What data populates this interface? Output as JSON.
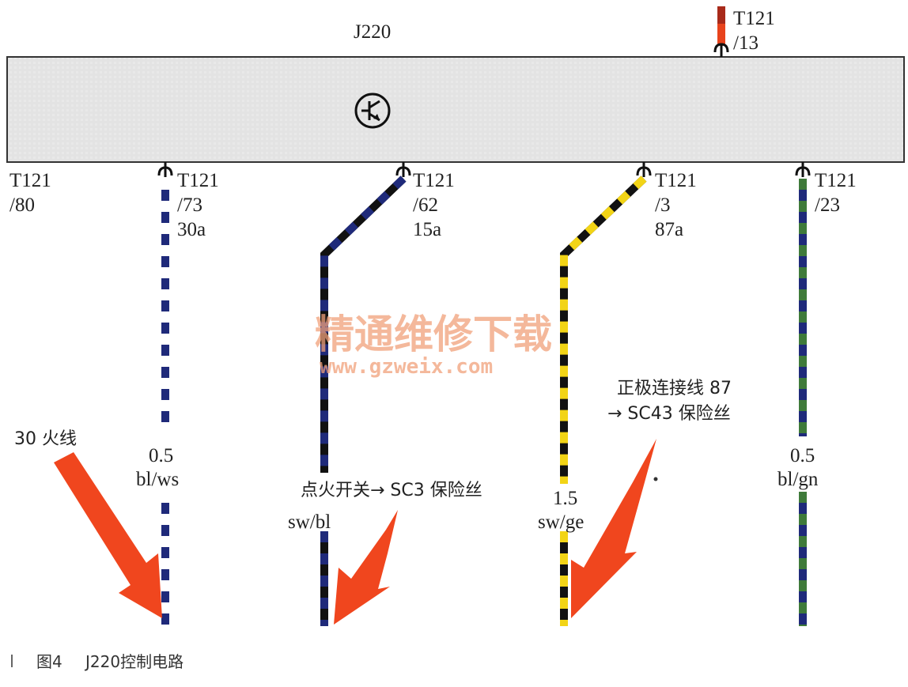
{
  "module": {
    "name": "J220"
  },
  "top_pin": {
    "connector": "T121",
    "pin": "/13"
  },
  "pins": [
    {
      "connector": "T121",
      "pin": "/80",
      "terminal": ""
    },
    {
      "connector": "T121",
      "pin": "/73",
      "terminal": "30a"
    },
    {
      "connector": "T121",
      "pin": "/62",
      "terminal": "15a"
    },
    {
      "connector": "T121",
      "pin": "/3",
      "terminal": "87a"
    },
    {
      "connector": "T121",
      "pin": "/23",
      "terminal": ""
    }
  ],
  "wires": [
    {
      "size": "0.5",
      "color_code": "bl/ws",
      "base": "#1f2a7a",
      "stripe": "#ffffff"
    },
    {
      "size": "",
      "color_code": "sw/bl",
      "base": "#111111",
      "stripe": "#1f2a7a"
    },
    {
      "size": "1.5",
      "color_code": "sw/ge",
      "base": "#111111",
      "stripe": "#f2d416"
    },
    {
      "size": "0.5",
      "color_code": "bl/gn",
      "base": "#1f2a7a",
      "stripe": "#3f7a3a"
    }
  ],
  "annotations": {
    "fire_wire": "30 火线",
    "ignition": "点火开关→ SC3 保险丝",
    "positive_line_1": "正极连接线 87",
    "positive_line_2": "→ SC43 保险丝"
  },
  "watermark": {
    "line1": "精通维修下载",
    "line2": "www.gzweix.com"
  },
  "caption": {
    "figure": "图4",
    "title": "J220控制电路"
  },
  "colors": {
    "arrow": "#f0461e",
    "module_fill": "#e4e4e4",
    "top_wire": "#e8431c"
  }
}
